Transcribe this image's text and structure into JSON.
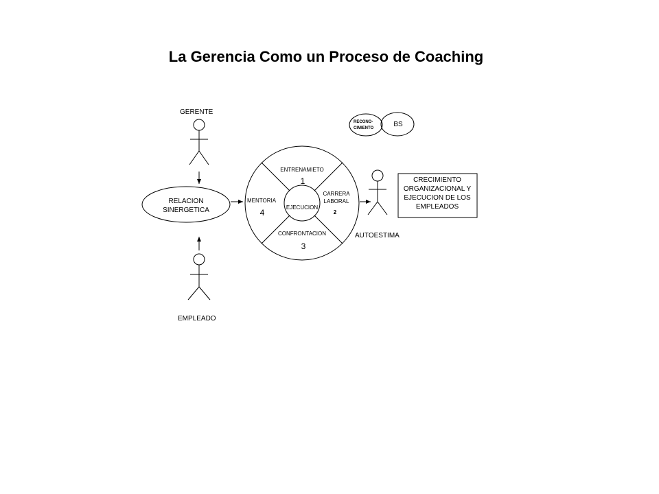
{
  "title": "La Gerencia Como un Proceso de Coaching",
  "actors": {
    "gerente": "GERENTE",
    "empleado": "EMPLEADO",
    "autoestima": "AUTOESTIMA"
  },
  "relacion": [
    "RELACION",
    "SINERGETICA"
  ],
  "venn": {
    "left": [
      "RECONO-",
      "CIMIENTO"
    ],
    "right": "BS"
  },
  "wheel": {
    "center": "EJECUCION",
    "top": {
      "label": "ENTRENAMIETO",
      "number": "1"
    },
    "right": {
      "label": [
        "CARRERA",
        "LABORAL"
      ],
      "number": "2"
    },
    "bottom": {
      "label": "CONFRONTACION",
      "number": "3"
    },
    "left": {
      "label": "MENTORIA",
      "number": "4"
    }
  },
  "result_box": [
    "CRECIMIENTO",
    "ORGANIZACIONAL Y",
    "EJECUCION DE LOS",
    "EMPLEADOS"
  ]
}
